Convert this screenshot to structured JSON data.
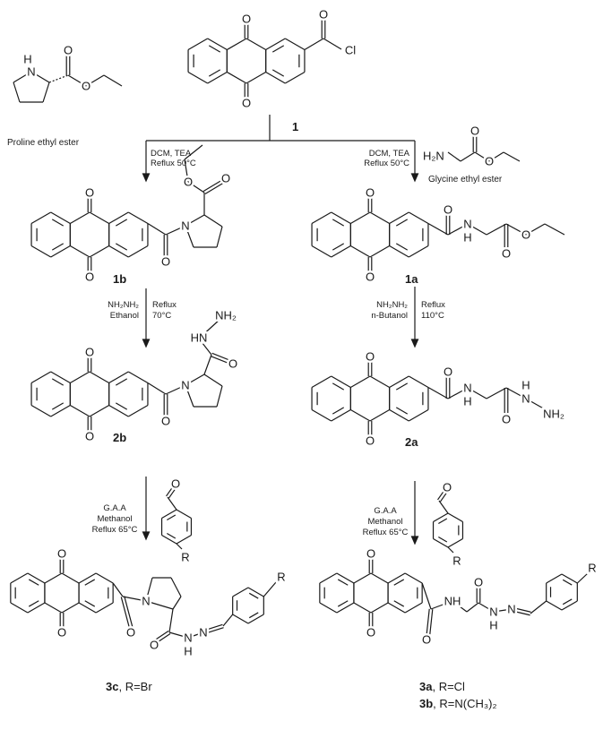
{
  "atoms": {
    "O": "O",
    "N": "N",
    "H": "H",
    "Cl": "Cl",
    "R": "R",
    "NH": "NH",
    "HN": "HN",
    "H2N": "H₂N",
    "NH2": "NH₂"
  },
  "compounds": {
    "c1": "1",
    "c1a": "1a",
    "c1b": "1b",
    "c2a": "2a",
    "c2b": "2b",
    "c3c": {
      "id": "3c",
      "rest": ", R=Br"
    },
    "c3a": {
      "id": "3a",
      "rest": ", R=Cl"
    },
    "c3b": {
      "id": "3b",
      "rest": ", R=N(CH₃)₂"
    }
  },
  "reagents": {
    "proline": "Proline ethyl ester",
    "glycine": "Glycine ethyl ester"
  },
  "conditions": {
    "step1_left": [
      "DCM, TEA",
      "Reflux 50°C"
    ],
    "step1_right": [
      "DCM, TEA",
      "Reflux 50°C"
    ],
    "step2_left_reagent": [
      "NH₂NH₂",
      "Ethanol"
    ],
    "step2_left_temp": [
      "Reflux",
      "70°C"
    ],
    "step2_right_reagent": [
      "NH₂NH₂",
      "n-Butanol"
    ],
    "step2_right_temp": [
      "Reflux",
      "110°C"
    ],
    "step3_left": [
      "G.A.A",
      "Methanol",
      "Reflux 65°C"
    ],
    "step3_right": [
      "G.A.A",
      "Methanol",
      "Reflux 65°C"
    ]
  }
}
